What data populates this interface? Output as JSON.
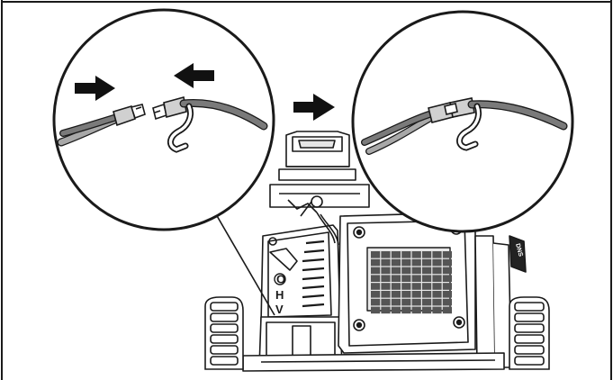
{
  "diagram": {
    "engine_label": "OHV",
    "engine_label_letters": [
      "O",
      "H",
      "V"
    ],
    "side_badge_text": "DNS",
    "colors": {
      "line": "#1a1a1a",
      "cable": "#7a7a7a",
      "cable_light": "#a8a8a8",
      "connector": "#d0d0d0",
      "vent": "#555555",
      "background": "#ffffff"
    },
    "icons": {
      "step_left_arrow": "arrow-right-icon",
      "step_right_arrow": "arrow-left-icon",
      "transition_arrow": "arrow-right-icon"
    }
  }
}
